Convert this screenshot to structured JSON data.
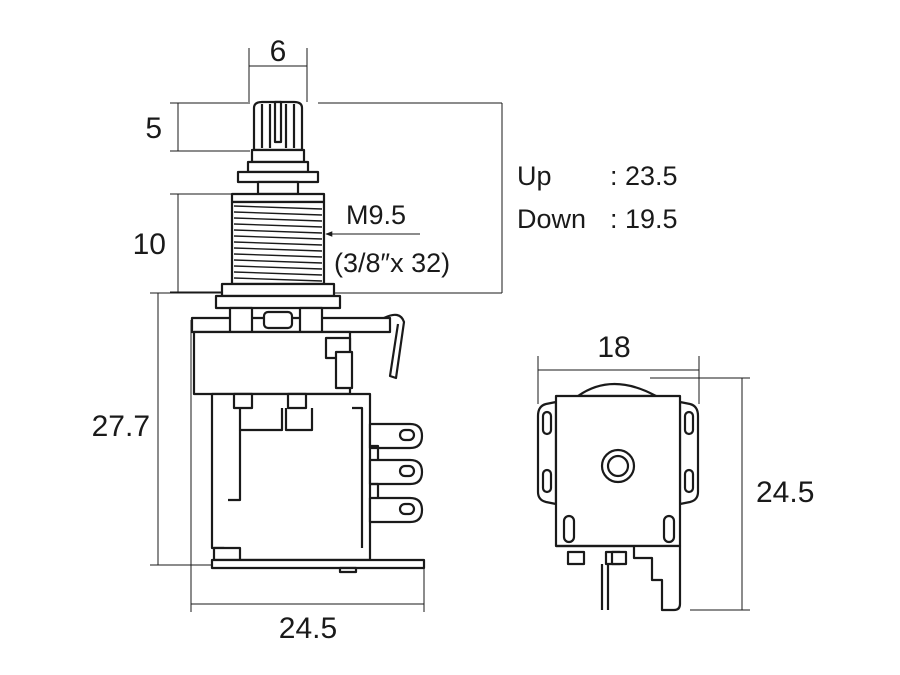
{
  "diagram": {
    "side_view": {
      "shaft_diameter": "6",
      "knurl_length": "5",
      "bushing_length": "10",
      "body_height": "27.7",
      "body_width": "24.5",
      "thread_size": "M9.5",
      "thread_spec": "(3/8″x 32)"
    },
    "travel": {
      "up_label": "Up",
      "up_value": ": 23.5",
      "down_label": "Down",
      "down_value": ": 19.5"
    },
    "rear_view": {
      "width": "18",
      "height": "24.5"
    }
  },
  "colors": {
    "line": "#1a1a1a",
    "background": "#ffffff"
  }
}
